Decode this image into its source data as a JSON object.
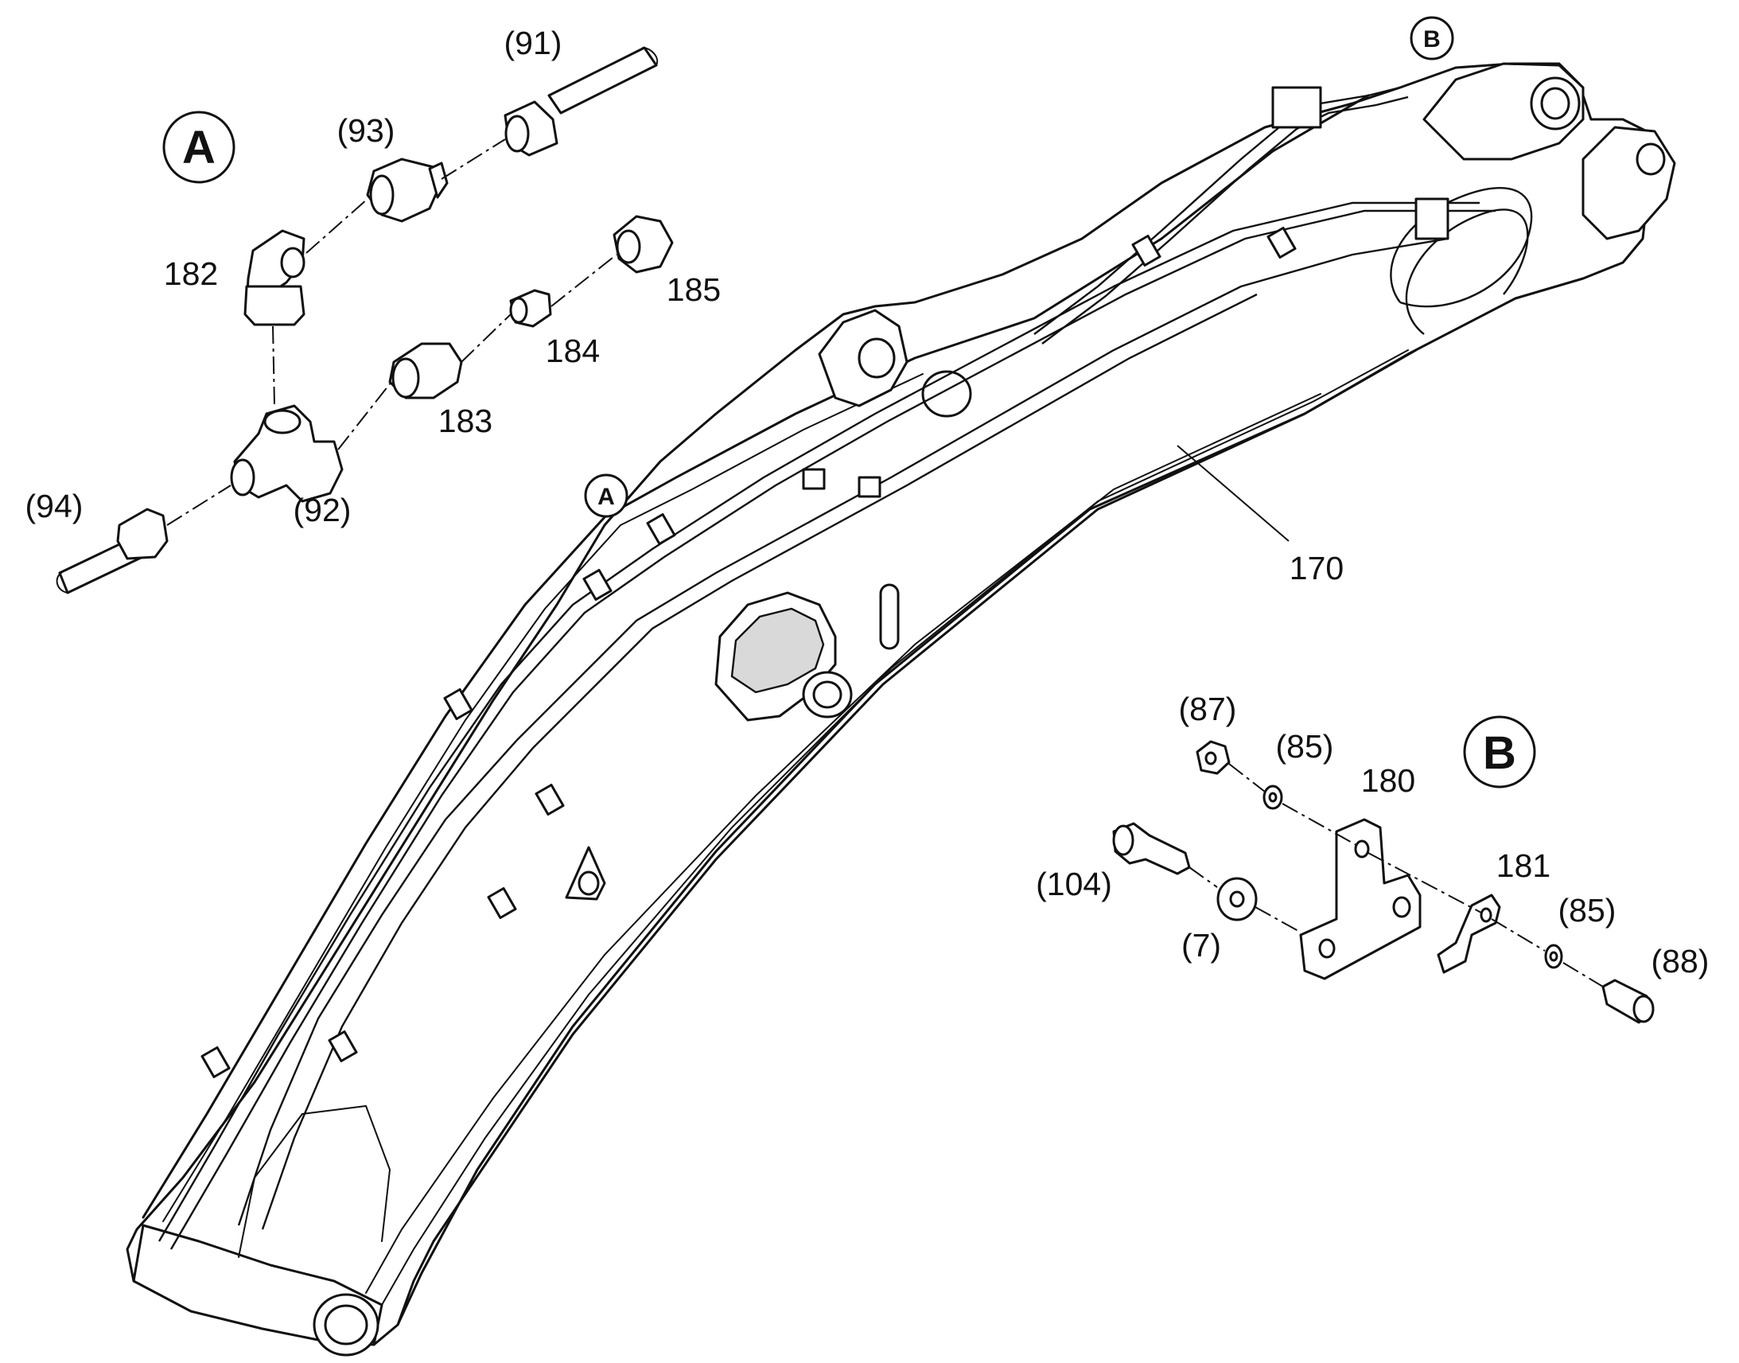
{
  "detail_views": {
    "A": {
      "title": "A",
      "marker": "A"
    },
    "B": {
      "title": "B",
      "marker": "B"
    }
  },
  "labels": {
    "p91": "(91)",
    "p93": "(93)",
    "p182": "182",
    "p185": "185",
    "p184": "184",
    "p183": "183",
    "p94": "(94)",
    "p92": "(92)",
    "p170": "170",
    "p87": "(87)",
    "p85a": "(85)",
    "p180": "180",
    "p181": "181",
    "p104": "(104)",
    "p7": "(7)",
    "p85b": "(85)",
    "p88": "(88)"
  }
}
